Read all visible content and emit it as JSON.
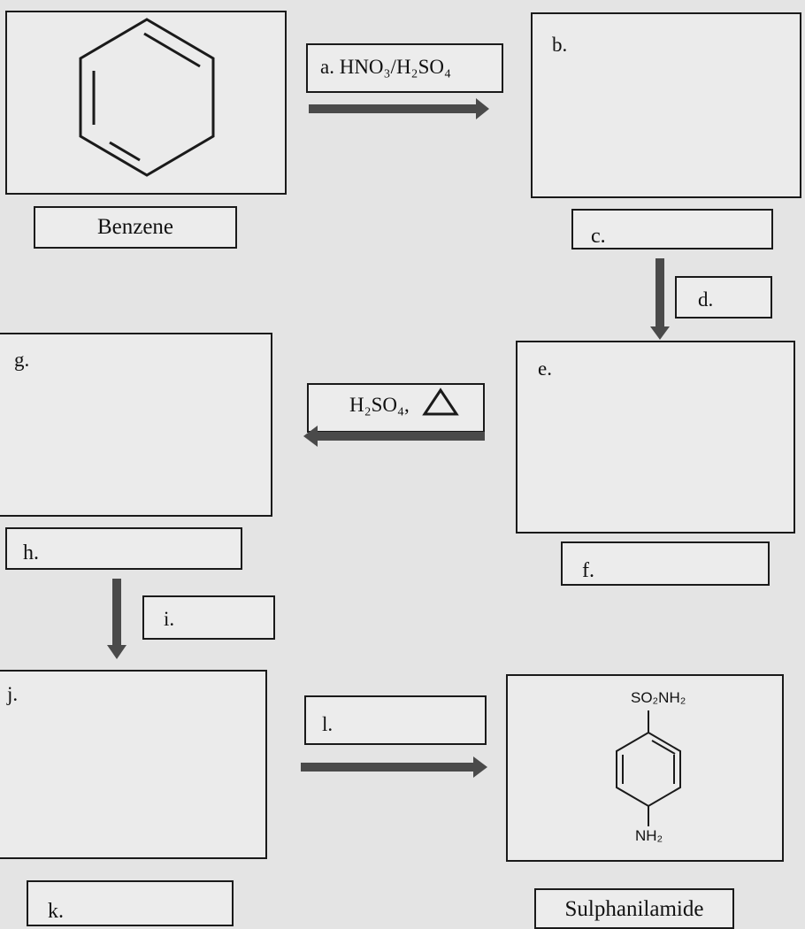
{
  "start": {
    "compound_label": "Benzene"
  },
  "step_a": {
    "reagent": "a. HNO₃/H₂SO₄"
  },
  "blanks": {
    "b": "b.",
    "c": "c.",
    "d": "d.",
    "e": "e.",
    "f": "f.",
    "g": "g.",
    "h": "h.",
    "i": "i.",
    "j": "j.",
    "k": "k.",
    "l": "l."
  },
  "step_eg": {
    "reagent": "H₂SO₄,"
  },
  "product": {
    "name": "Sulphanilamide",
    "top_group": "SO₂NH₂",
    "bottom_group": "NH₂"
  },
  "colors": {
    "ink": "#1a1a1a",
    "arrow": "#4a4a4a",
    "paper": "#e4e4e4"
  }
}
